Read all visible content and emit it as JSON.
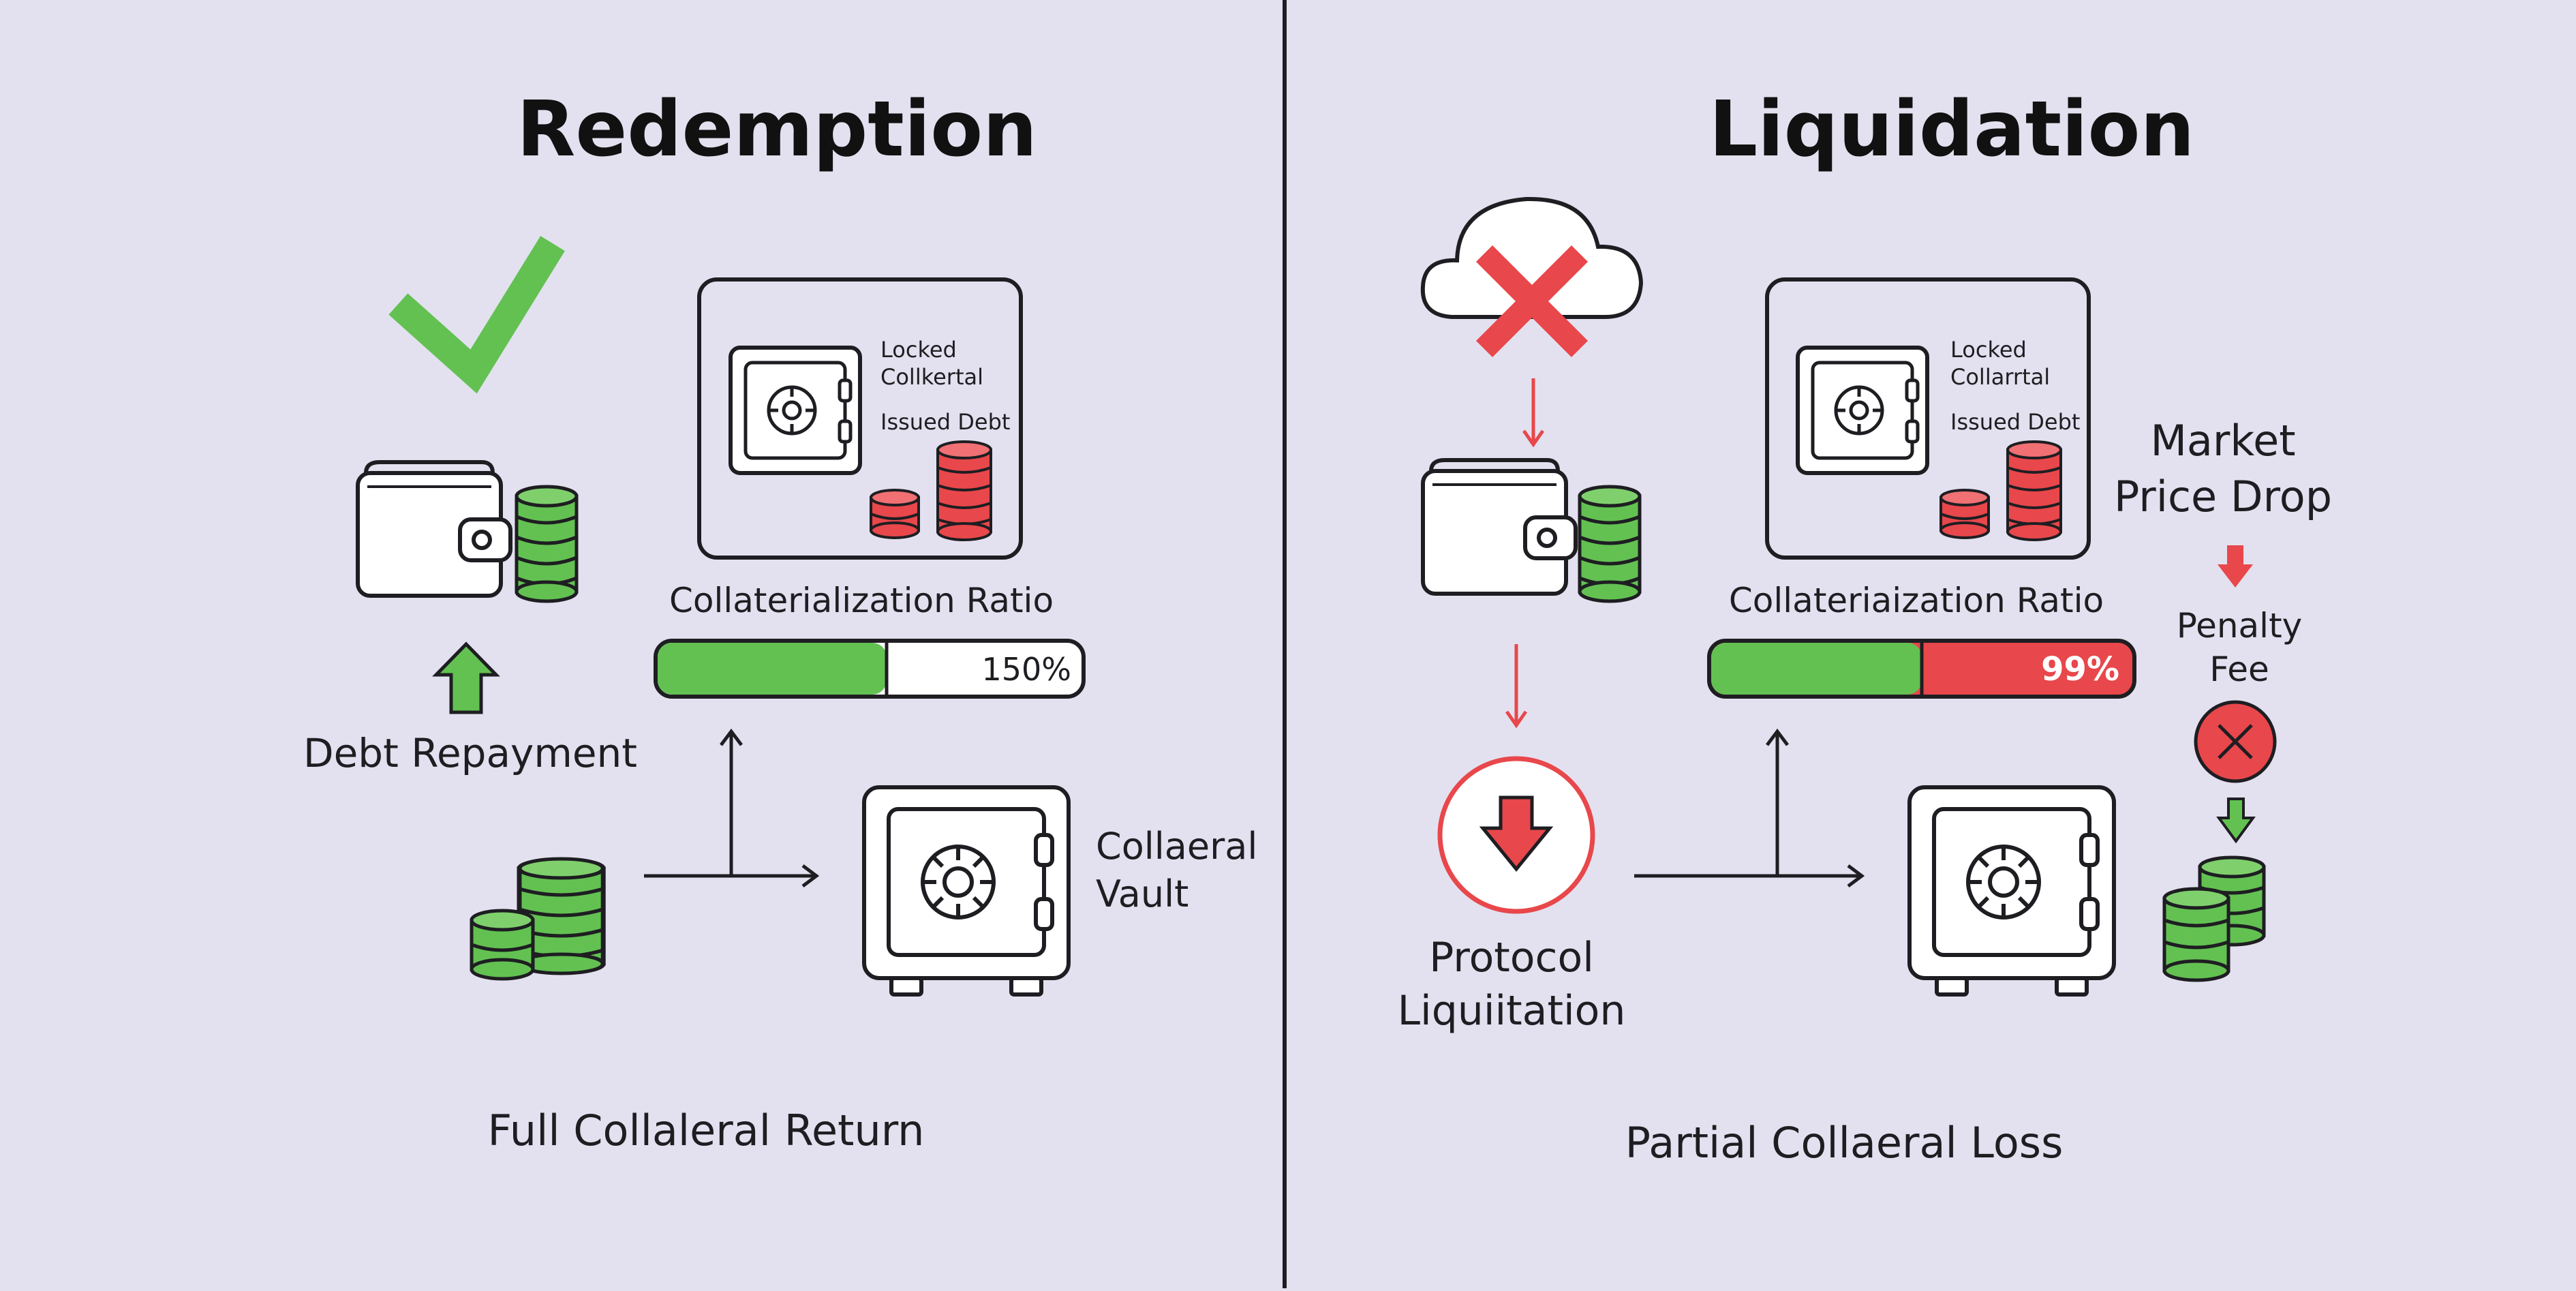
{
  "redemption": {
    "title": "Redemption",
    "debt_label": "Debt Repayment",
    "vault_title": "Locked Collkertal",
    "vault_subtitle": "Issued Debt",
    "ratio_label": "Collaterialization Ratio",
    "ratio_value": "150%",
    "ratio_fill_fraction": 0.54,
    "collateral_vault_line1": "Collaeral",
    "collateral_vault_line2": "Vault",
    "outcome": "Full Collaleral Return"
  },
  "liquidation": {
    "title": "Liquidation",
    "vault_title": "Locked Collarrtal",
    "vault_subtitle": "Issued Debt",
    "market_line1": "Market",
    "market_line2": "Price Drop",
    "ratio_label": "Collateriaization Ratio",
    "ratio_value": "99%",
    "ratio_fill_fraction": 0.5,
    "penalty_line1": "Penalty",
    "penalty_line2": "Fee",
    "protocol_line1": "Protocol",
    "protocol_line2": "Liquiitation",
    "outcome": "Partial Collaeral Loss"
  },
  "colors": {
    "background": "#e3e1ef",
    "green": "#63c152",
    "red": "#e8474b",
    "ink": "#1e1e22"
  }
}
